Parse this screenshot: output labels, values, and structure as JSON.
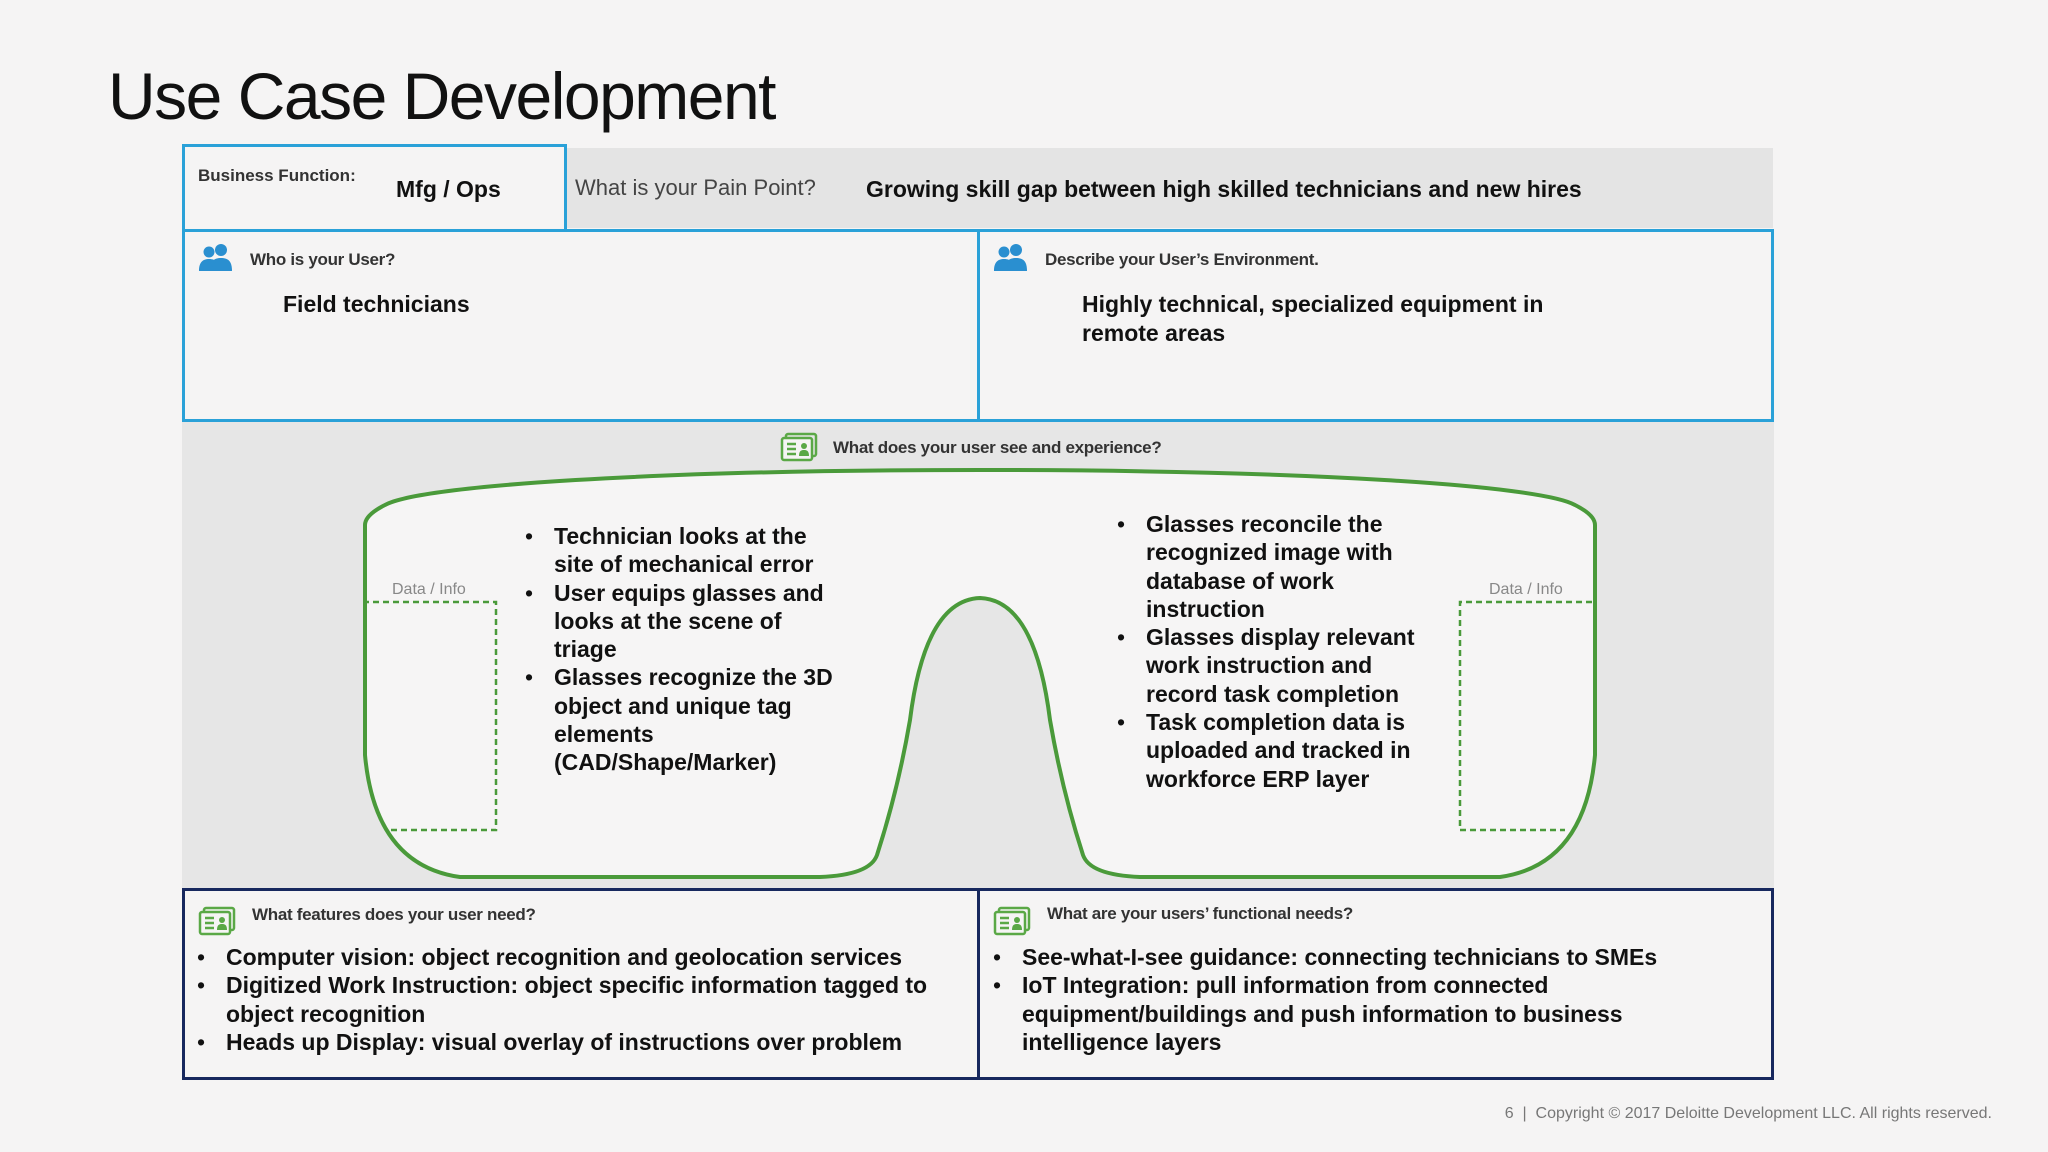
{
  "title": "Use Case Development",
  "business_function": {
    "label": "Business Function:",
    "value": "Mfg / Ops"
  },
  "pain_point": {
    "label": "What is your Pain Point?",
    "value": "Growing skill gap between high skilled technicians and new hires"
  },
  "user": {
    "label": "Who is your User?",
    "value": "Field technicians",
    "icon": "users-icon"
  },
  "environment": {
    "label": "Describe your User’s Environment.",
    "value_lines": [
      "Highly technical, specialized equipment in",
      "remote areas"
    ],
    "icon": "users-icon"
  },
  "experience": {
    "label": "What does your user see and experience?",
    "icon": "id-card-icon",
    "left_panel_label": "Data / Info",
    "right_panel_label": "Data / Info",
    "left_items": [
      [
        "Technician looks at the",
        "site of mechanical error"
      ],
      [
        "User equips glasses and",
        "looks at the scene of",
        "triage"
      ],
      [
        "Glasses recognize the 3D",
        "object and unique tag",
        "elements",
        "(CAD/Shape/Marker)"
      ]
    ],
    "right_items": [
      [
        "Glasses reconcile the",
        "recognized image with",
        "database of work",
        "instruction"
      ],
      [
        "Glasses display relevant",
        "work instruction and",
        "record task completion"
      ],
      [
        "Task completion data is",
        "uploaded and tracked in",
        "workforce ERP layer"
      ]
    ]
  },
  "features": {
    "label": "What features does your user need?",
    "icon": "id-card-icon",
    "items": [
      [
        "Computer vision: object recognition and geolocation services"
      ],
      [
        "Digitized Work Instruction: object specific information tagged to",
        "object recognition"
      ],
      [
        "Heads up Display: visual overlay of instructions over problem"
      ]
    ]
  },
  "functional": {
    "label": "What are your users’ functional needs?",
    "icon": "id-card-icon",
    "items": [
      [
        "See-what-I-see guidance: connecting technicians to SMEs"
      ],
      [
        "IoT Integration: pull information from connected",
        "equipment/buildings and push information to business",
        "intelligence layers"
      ]
    ]
  },
  "footer": "6  |  Copyright © 2017 Deloitte Development LLC. All rights reserved.",
  "colors": {
    "blue_border": "#2aa1d8",
    "navy_border": "#17285e",
    "glasses_green": "#4a9a3a",
    "icon_blue": "#2a8fd0",
    "icon_green": "#5aa846"
  }
}
